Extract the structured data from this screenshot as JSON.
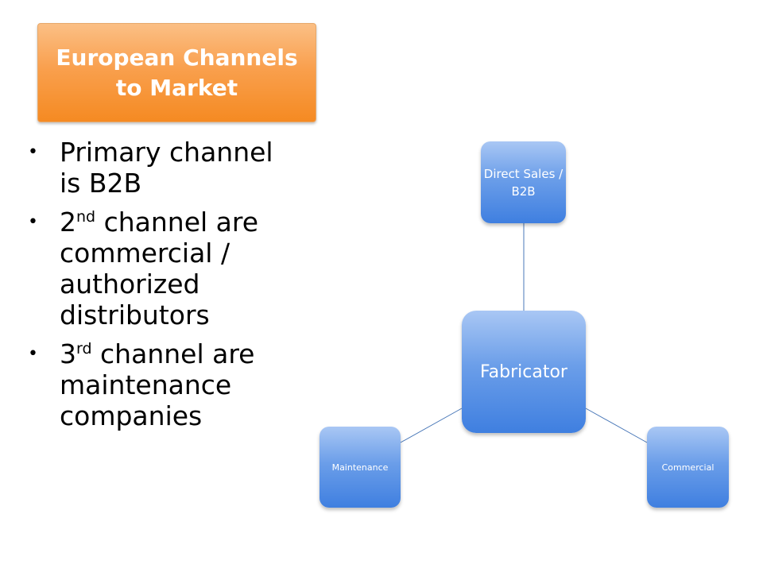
{
  "title": "European Channels to Market",
  "bullets": [
    {
      "pre": "Primary channel is B2B",
      "sup": "",
      "post": ""
    },
    {
      "pre": "2",
      "sup": "nd",
      "post": " channel are commercial / authorized distributors"
    },
    {
      "pre": "3",
      "sup": "rd",
      "post": " channel are maintenance companies"
    }
  ],
  "diagram": {
    "center": "Fabricator",
    "top": "Direct Sales / B2B",
    "left": "Maintenance",
    "right": "Commercial"
  },
  "colors": {
    "title_fill": "#f9a04e",
    "node_fill": "#4f8be3",
    "connector": "#4a78b8"
  }
}
